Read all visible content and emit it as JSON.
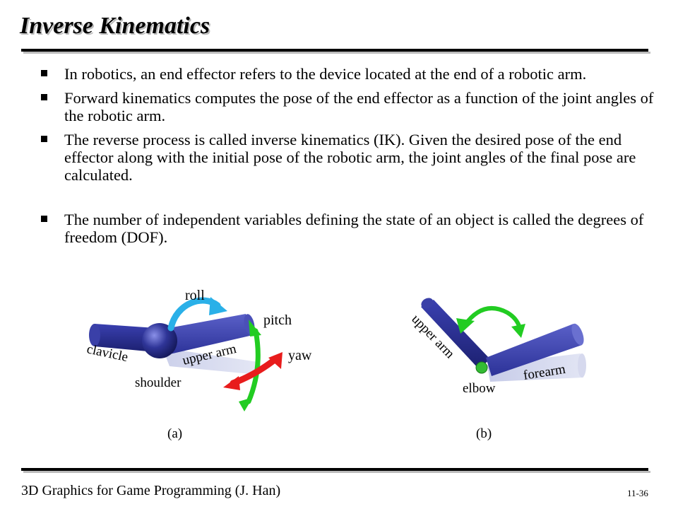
{
  "slide": {
    "title": "Inverse Kinematics",
    "bullets": [
      "In robotics, an end effector refers to the device located at the end of a robotic arm.",
      "Forward kinematics computes the pose of the end effector as a function of the joint angles of the robotic arm.",
      "The reverse process is called inverse kinematics (IK). Given the desired pose of the end effector along with the initial pose of the robotic arm, the joint angles of the final pose are calculated.",
      "The number of independent variables defining the state of an object is called the degrees of freedom (DOF)."
    ]
  },
  "figure": {
    "a": {
      "caption": "(a)",
      "labels": {
        "roll": "roll",
        "pitch": "pitch",
        "yaw": "yaw",
        "clavicle": "clavicle",
        "upper_arm": "upper arm",
        "shoulder": "shoulder"
      }
    },
    "b": {
      "caption": "(b)",
      "labels": {
        "upper_arm": "upper arm",
        "forearm": "forearm",
        "elbow": "elbow"
      }
    },
    "colors": {
      "bone_blue": "#2a2f8f",
      "roll_arrow": "#2ab0e8",
      "pitch_arrow": "#22cc22",
      "yaw_arrow": "#e81c1c"
    }
  },
  "footer": {
    "course": "3D Graphics for Game Programming (J. Han)",
    "page": "11-36"
  }
}
